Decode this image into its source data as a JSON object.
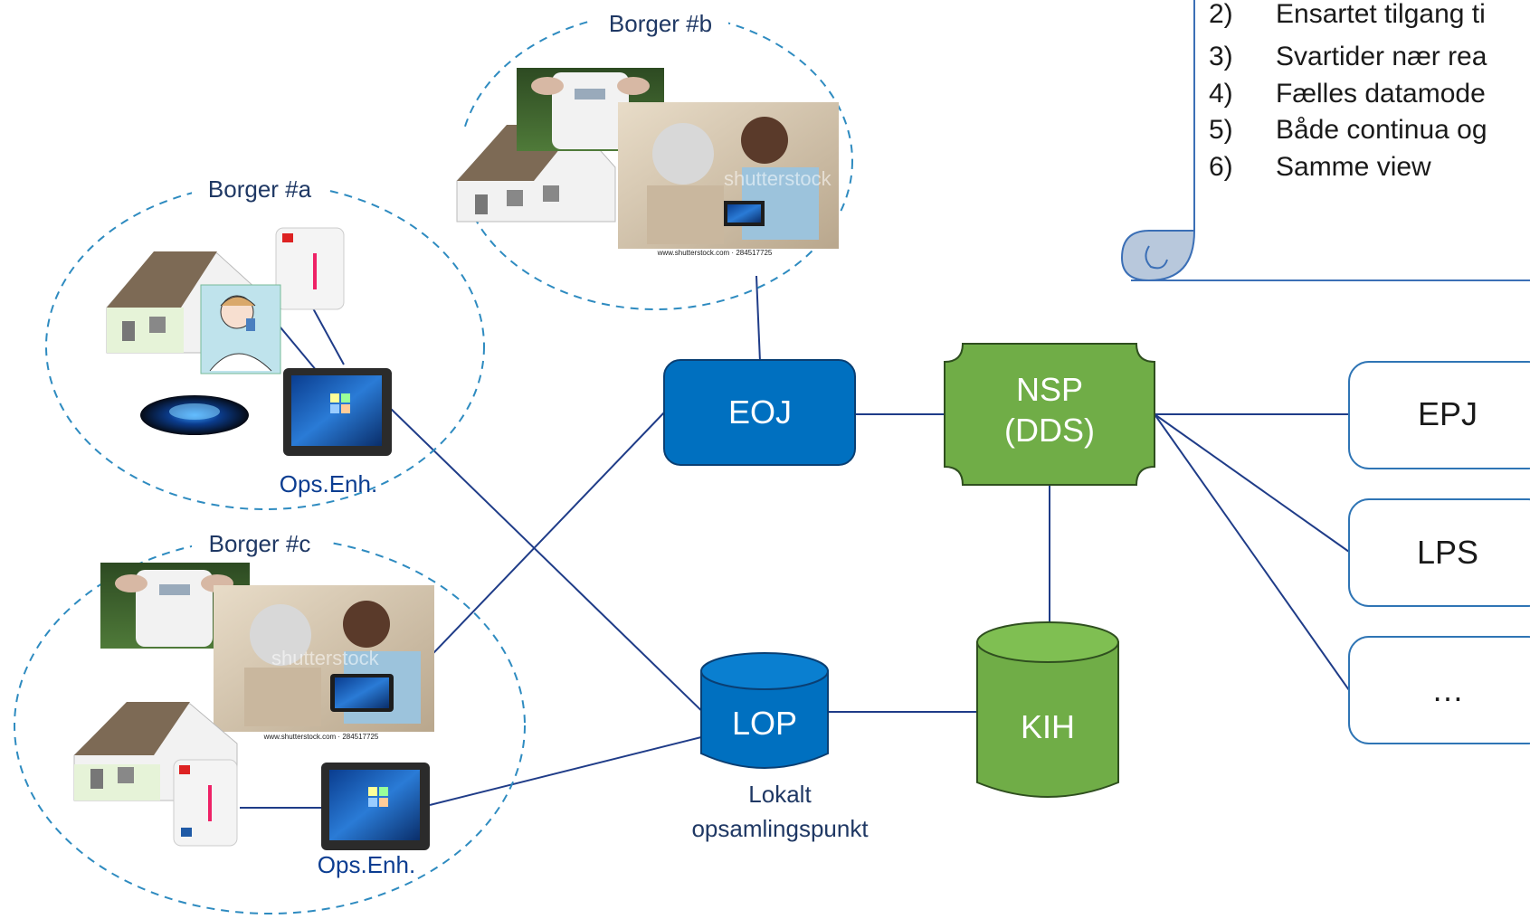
{
  "notes": {
    "items": [
      {
        "num": "2)",
        "text": "Ensartet tilgang ti"
      },
      {
        "num": "3)",
        "text": "Svartider nær rea"
      },
      {
        "num": "4)",
        "text": "Fælles datamode"
      },
      {
        "num": "5)",
        "text": "Både continua og"
      },
      {
        "num": "6)",
        "text": "Samme view"
      }
    ]
  },
  "groups": {
    "a": {
      "label": "Borger #a",
      "device_label": "Ops.Enh."
    },
    "b": {
      "label": "Borger #b"
    },
    "c": {
      "label": "Borger #c",
      "device_label": "Ops.Enh."
    }
  },
  "image_captions": {
    "stock_watermark": "shutterstock",
    "stock_credit": "www.shutterstock.com · 284517725"
  },
  "nodes": {
    "eoj": "EOJ",
    "nsp_line1": "NSP",
    "nsp_line2": "(DDS)",
    "lop": "LOP",
    "lop_caption_line1": "Lokalt",
    "lop_caption_line2": "opsamlingspunkt",
    "kih": "KIH",
    "epj": "EPJ",
    "lps": "LPS",
    "more": "…"
  },
  "colors": {
    "blue_node": "#0070c0",
    "green_node": "#70ad47",
    "line": "#1f3c88",
    "dashed": "#2e8bc0",
    "box_border": "#2f75b5"
  }
}
